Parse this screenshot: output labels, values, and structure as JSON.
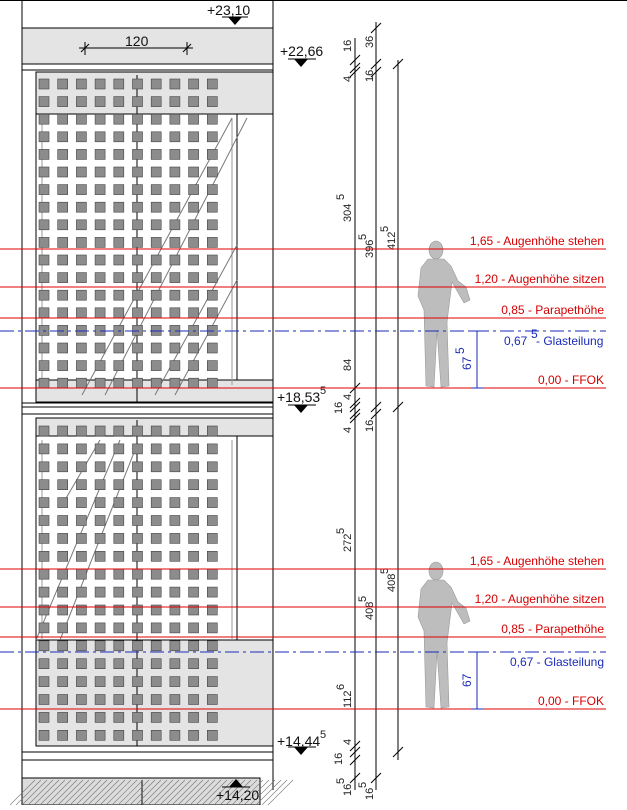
{
  "levels": {
    "top": "+23,10",
    "roof": "+22,66",
    "floor_upper": "+18,53",
    "floor_upper_sup": "5",
    "floor_lower": "+14,44",
    "floor_lower_sup": "5",
    "bottom": "+14,20"
  },
  "width_dim": "120",
  "dims_col1": {
    "d16a": "16",
    "d4a": "4",
    "d304": "304",
    "d304s": "5",
    "d84": "84",
    "d4b": "4",
    "d16b": "16",
    "d4c": "4",
    "d272": "272",
    "d272s": "5",
    "d112": "112",
    "d112s": "6",
    "d4d": "4",
    "d16c": "16",
    "d16d": "16",
    "d16ds": "5"
  },
  "dims_col2": {
    "d36": "36",
    "d16a": "16",
    "d396": "396",
    "d396s": "5",
    "d16b": "16",
    "d408": "408",
    "d408s": "5",
    "d16c": "16",
    "d16cs": "5"
  },
  "dims_col3": {
    "d412": "412",
    "d412s": "5",
    "d408": "408",
    "d408s": "5"
  },
  "dims_figure": {
    "upper": "67",
    "upper_sup": "5",
    "lower": "67"
  },
  "annotations_upper": {
    "eye_standing": "1,65 - Augenhöhe stehen",
    "eye_sitting": "1,20 - Augenhöhe sitzen",
    "parapet": "0,85 - Parapethöhe",
    "glass_value": "0,67",
    "glass_sup": "5",
    "glass_label": " - Glasteilung",
    "ffok": "0,00 - FFOK"
  },
  "annotations_lower": {
    "eye_standing": "1,65 - Augenhöhe stehen",
    "eye_sitting": "1,20 - Augenhöhe sitzen",
    "parapet": "0,85 - Parapethöhe",
    "glass": "0,67 - Glasteilung",
    "ffok": "0,00 - FFOK"
  },
  "colors": {
    "red_line": "#e00000",
    "blue_line": "#1a2bb8",
    "panel": "#e4e4e4",
    "square": "#8c8c8c"
  }
}
